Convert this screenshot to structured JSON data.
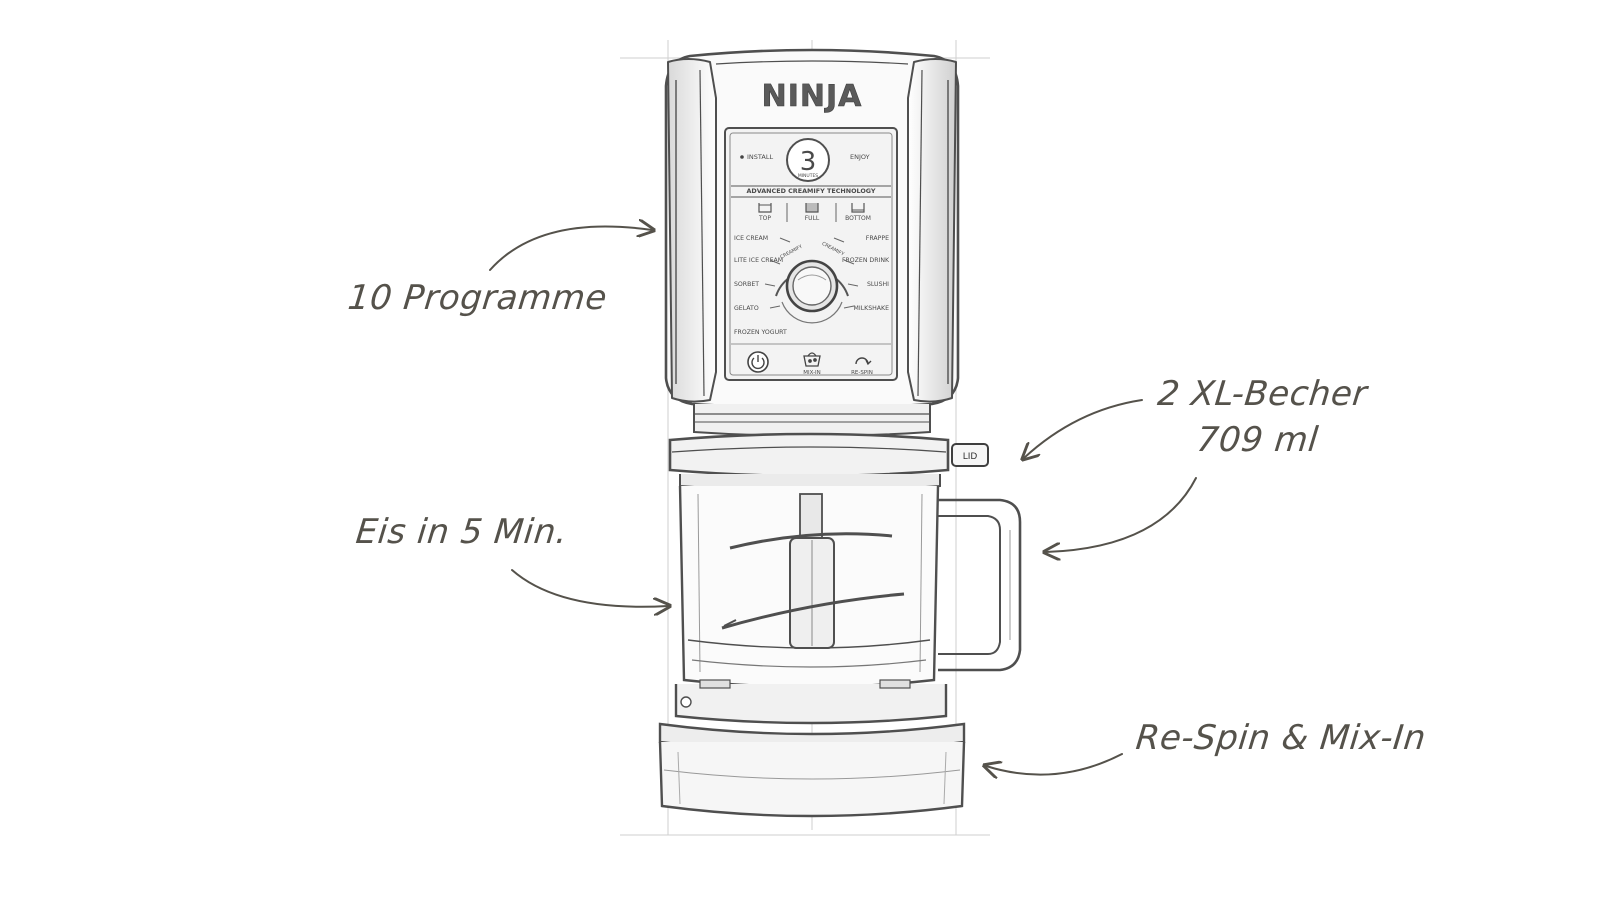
{
  "brand": {
    "logo": "NINJA"
  },
  "control_panel": {
    "display_digit": "3",
    "display_caption": "MINUTES",
    "left_status": "INSTALL",
    "right_status": "ENJOY",
    "technology_strip": "ADVANCED CREAMIFY TECHNOLOGY",
    "zones": [
      {
        "label": "TOP"
      },
      {
        "label": "FULL"
      },
      {
        "label": "BOTTOM"
      }
    ],
    "programs_left": [
      "ICE CREAM",
      "LITE ICE CREAM",
      "SORBET",
      "GELATO",
      "FROZEN YOGURT"
    ],
    "programs_right": [
      "FRAPPE",
      "FROZEN DRINK",
      "SLUSHI",
      "MILKSHAKE"
    ],
    "dial_arc_left": "CREAMIFY",
    "dial_arc_right": "CREAMIFY",
    "bottom_buttons": [
      {
        "label": "",
        "icon": "power-icon"
      },
      {
        "label": "MIX-IN",
        "icon": "mix-in-icon"
      },
      {
        "label": "RE-SPIN",
        "icon": "re-spin-icon"
      }
    ]
  },
  "lid_tag": {
    "label": "LID"
  },
  "annotations": {
    "programs": "10 Programme",
    "ice_time": "Eis in 5 Min.",
    "cups_line1": "2 XL-Becher",
    "cups_line2": "709 ml",
    "respin": "Re-Spin & Mix-In"
  },
  "colors": {
    "pencil": "#4f4f4f",
    "annotation": "#55524b",
    "background": "#ffffff"
  }
}
